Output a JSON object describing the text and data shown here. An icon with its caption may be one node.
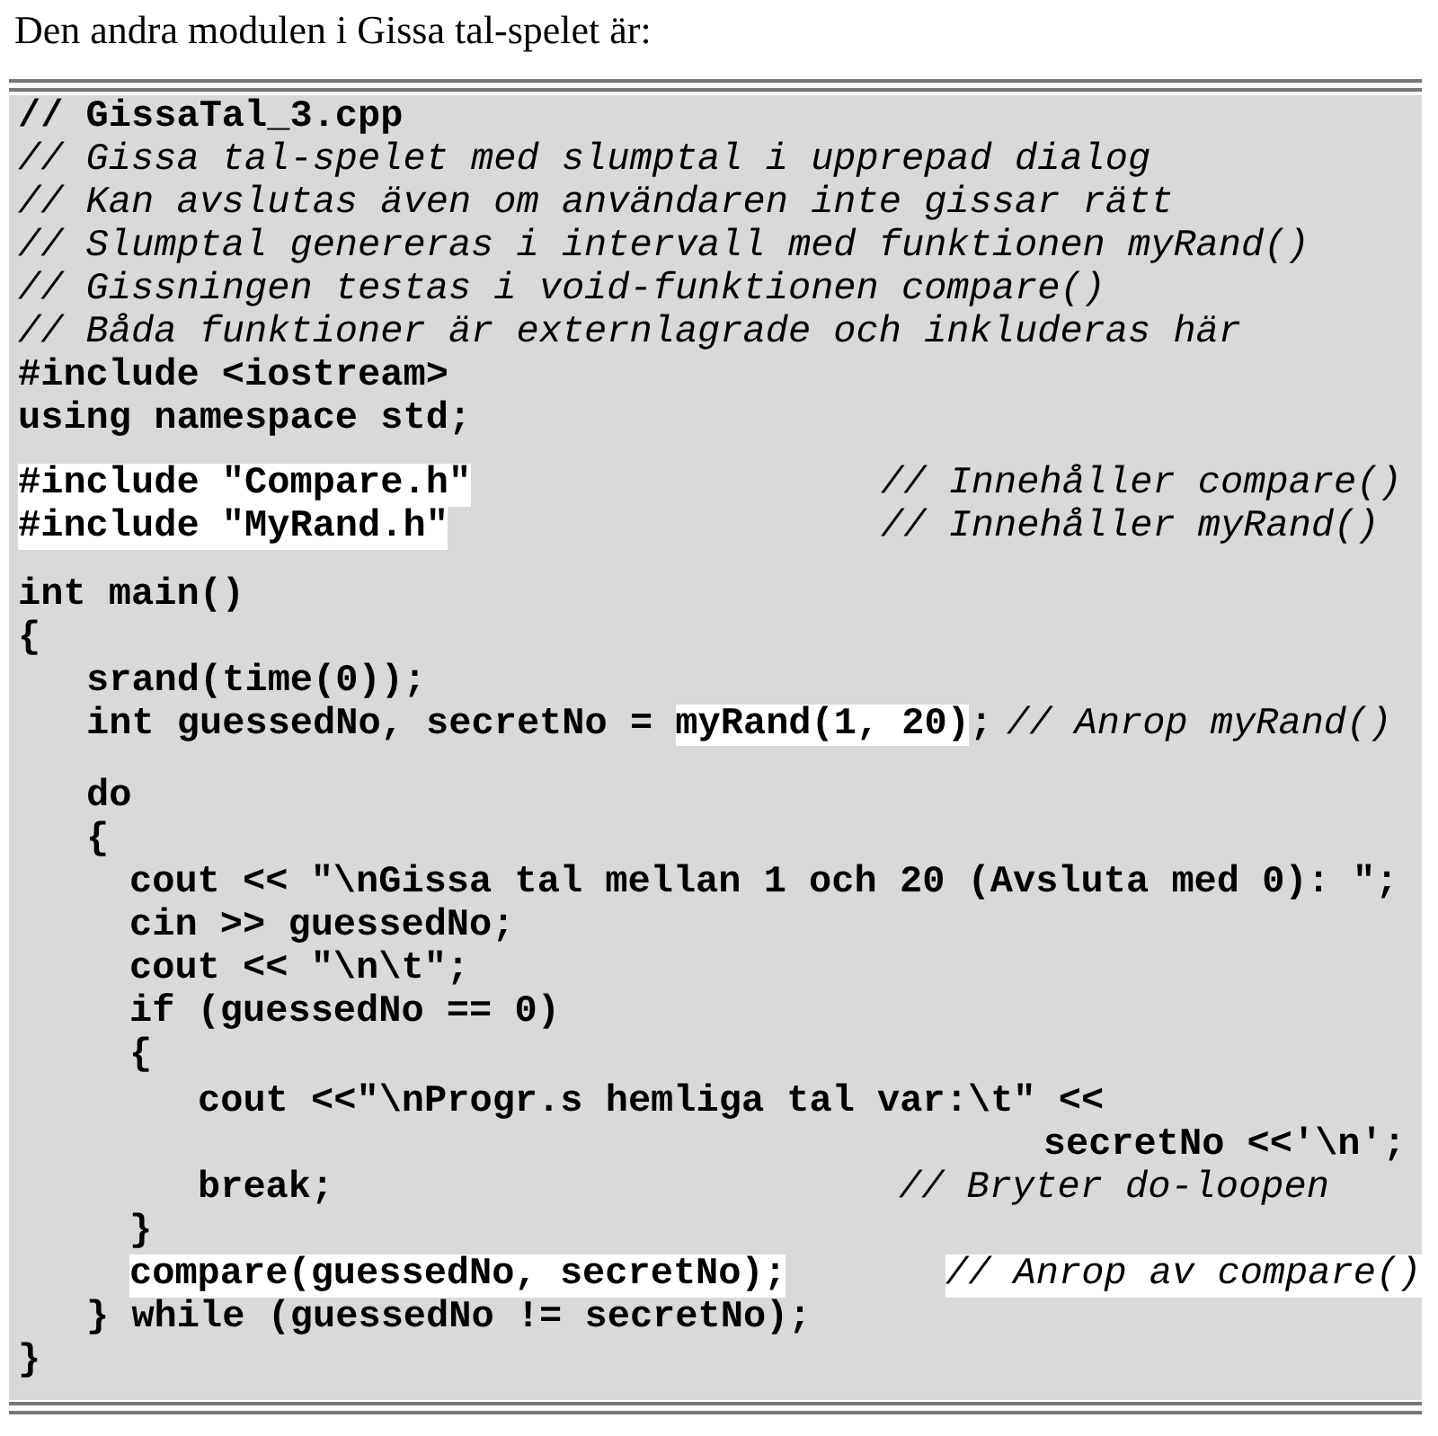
{
  "diagram": {
    "title": "Den andra modulen i Gissa tal-spelet är:",
    "labels": [
      "// GissaTal_3.cpp",
      "// Gissa tal-spelet med slumptal i upprepad dialog",
      "// Kan avslutas även om användaren inte gissar rätt",
      "// Slumptal genereras i intervall med funktionen myRand()",
      "// Gissningen testas i void-funktionen compare()",
      "// Båda funktioner är externlagrade och inkluderas här",
      "#include <iostream>",
      "using namespace std;",
      "#include \"Compare.h\"",
      "// Innehåller compare()",
      "#include \"MyRand.h\"",
      "// Innehåller myRand()",
      "int main()",
      "{",
      "srand(time(0));",
      "int guessedNo, secretNo = myRand(1, 20);",
      "// Anrop myRand()",
      "do",
      "{",
      "cout << \"\\nGissa tal mellan 1 och 20 (Avsluta med 0): \";",
      "cin >> guessedNo;",
      "cout << \"\\n\\t\";",
      "if (guessedNo == 0)",
      "{",
      "cout <<\"\\nProgr.s hemliga tal var:\\t\" <<",
      "secretNo <<'\\n';",
      "break;",
      "// Bryter do-loopen",
      "}",
      "compare(guessedNo, secretNo);",
      "// Anrop av compare()",
      "} while (guessedNo != secretNo);",
      "}"
    ]
  }
}
